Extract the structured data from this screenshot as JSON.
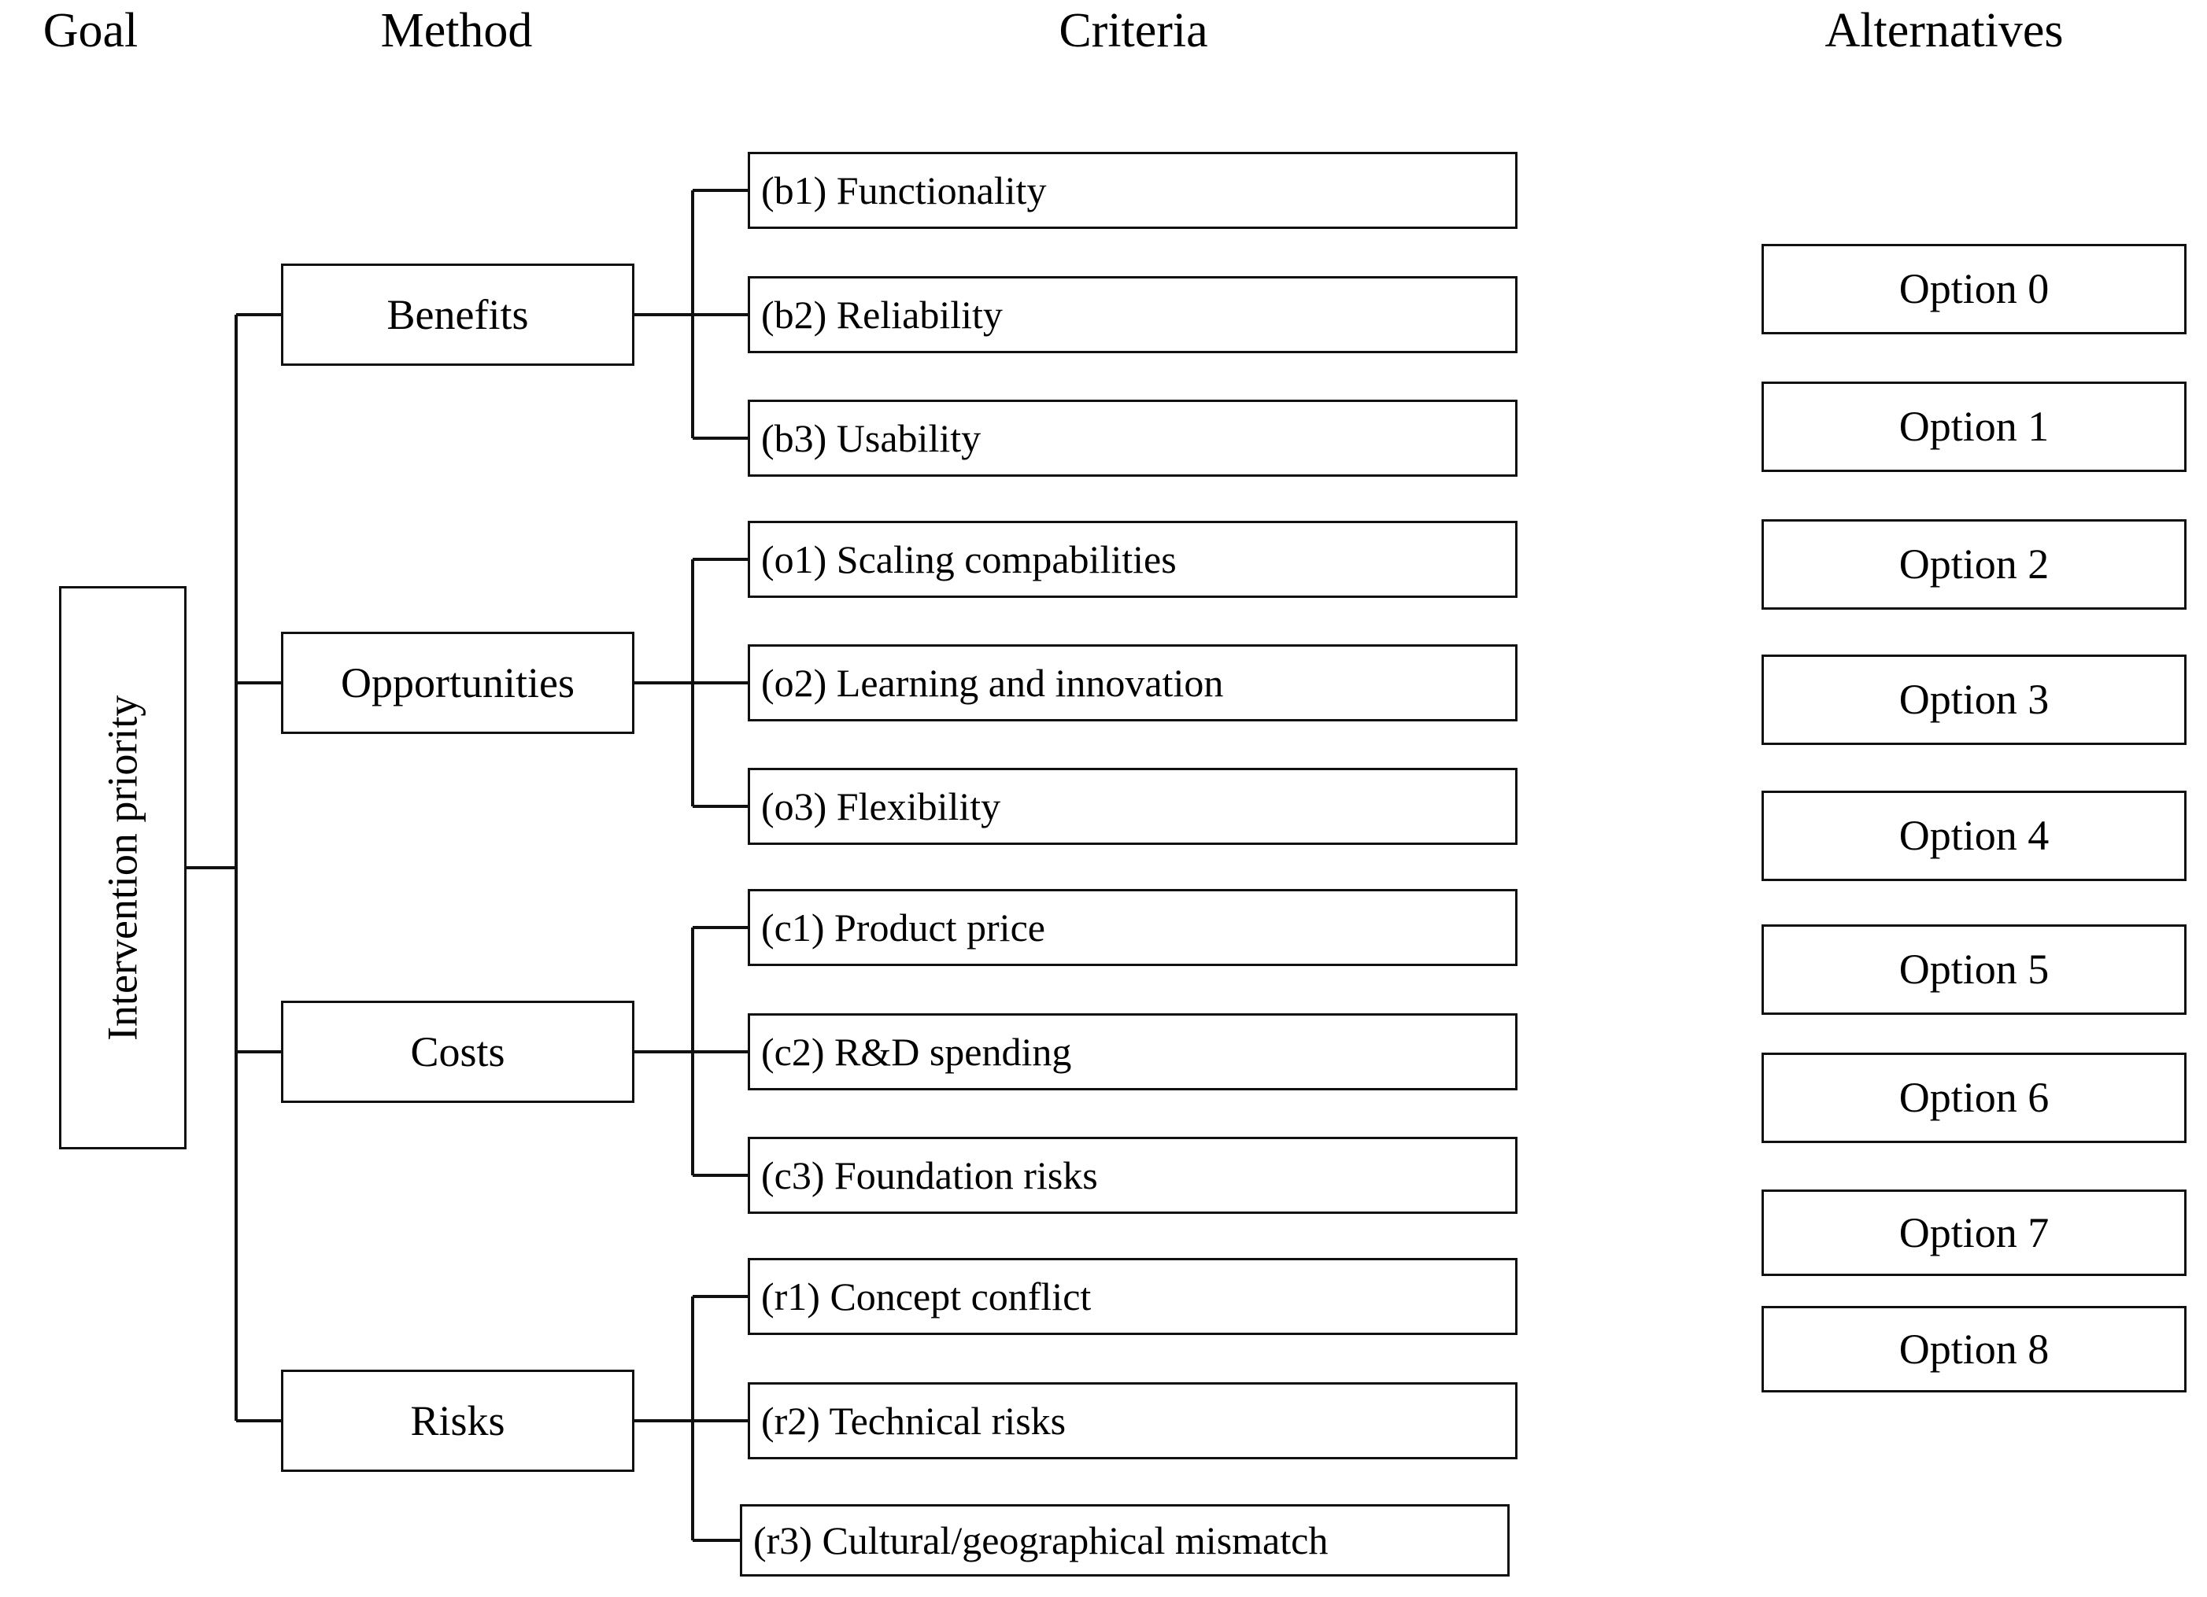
{
  "diagram": {
    "title": "AHP BOCR hierarchy",
    "background_color": "#ffffff",
    "line_color": "#111111",
    "text_color": "#000000"
  },
  "headers": [
    {
      "label": "Goal"
    },
    {
      "label": "Method"
    },
    {
      "label": "Criteria"
    },
    {
      "label": "Alternatives"
    }
  ],
  "goal": {
    "label": "Intervention priority",
    "orientation": "vertical-bottom-to-top"
  },
  "methods": [
    {
      "label": "Benefits"
    },
    {
      "label": "Opportunities"
    },
    {
      "label": "Costs"
    },
    {
      "label": "Risks"
    }
  ],
  "criteria": [
    {
      "code": "(b1)",
      "label": "(b1) Functionality",
      "group": "Benefits"
    },
    {
      "code": "(b2)",
      "label": "(b2) Reliability",
      "group": "Benefits"
    },
    {
      "code": "(b3)",
      "label": "(b3) Usability",
      "group": "Benefits"
    },
    {
      "code": "(o1)",
      "label": "(o1) Scaling compabilities",
      "group": "Opportunities"
    },
    {
      "code": "(o2)",
      "label": "(o2) Learning and innovation",
      "group": "Opportunities"
    },
    {
      "code": "(o3)",
      "label": "(o3) Flexibility",
      "group": "Opportunities"
    },
    {
      "code": "(c1)",
      "label": "(c1) Product price",
      "group": "Costs"
    },
    {
      "code": "(c2)",
      "label": "(c2) R&D spending",
      "group": "Costs"
    },
    {
      "code": "(c3)",
      "label": "(c3) Foundation risks",
      "group": "Costs"
    },
    {
      "code": "(r1)",
      "label": "(r1) Concept conflict",
      "group": "Risks"
    },
    {
      "code": "(r2)",
      "label": "(r2) Technical risks",
      "group": "Risks"
    },
    {
      "code": "(r3)",
      "label": "(r3) Cultural/geographical mismatch",
      "group": "Risks"
    }
  ],
  "alternatives": [
    {
      "label": "Option 0"
    },
    {
      "label": "Option 1"
    },
    {
      "label": "Option 2"
    },
    {
      "label": "Option 3"
    },
    {
      "label": "Option 4"
    },
    {
      "label": "Option 5"
    },
    {
      "label": "Option 6"
    },
    {
      "label": "Option 7"
    },
    {
      "label": "Option 8"
    }
  ]
}
